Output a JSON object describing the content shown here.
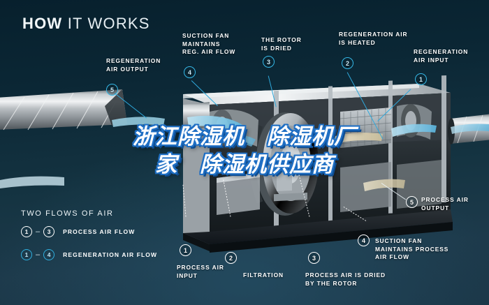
{
  "header": {
    "title_bold": "HOW",
    "title_light": "IT WORKS"
  },
  "watermark": {
    "line1": "浙江除湿机　除湿机厂",
    "line2": "家　除湿机供应商"
  },
  "callouts": [
    {
      "id": "regeneration-air-output",
      "badge": "5",
      "badge_style": "cyan",
      "label": "REGENERATION\nAIR OUTPUT"
    },
    {
      "id": "suction-fan-reg",
      "badge": "4",
      "badge_style": "cyan",
      "label": "SUCTION FAN\nMAINTAINS\nREG. AIR FLOW"
    },
    {
      "id": "rotor-is-dried",
      "badge": "3",
      "badge_style": "cyan",
      "label": "THE ROTOR\nIS DRIED"
    },
    {
      "id": "regeneration-air-heated",
      "badge": "2",
      "badge_style": "cyan",
      "label": "REGENERATION AIR\nIS HEATED"
    },
    {
      "id": "regeneration-air-input",
      "badge": "1",
      "badge_style": "cyan",
      "label": "REGENERATION\nAIR INPUT"
    },
    {
      "id": "process-air-input",
      "badge": "1",
      "badge_style": "white",
      "label": "PROCESS AIR\nINPUT"
    },
    {
      "id": "filtration",
      "badge": "2",
      "badge_style": "white",
      "label": "FILTRATION"
    },
    {
      "id": "process-air-dried",
      "badge": "3",
      "badge_style": "white",
      "label": "PROCESS AIR IS DRIED\nBY THE ROTOR"
    },
    {
      "id": "suction-fan-process",
      "badge": "4",
      "badge_style": "white",
      "label": "SUCTION FAN\nMAINTAINS PROCESS\nAIR FLOW"
    },
    {
      "id": "process-air-output",
      "badge": "5",
      "badge_style": "white",
      "label": "PROCESS AIR\nOUTPUT"
    }
  ],
  "legend": {
    "title": "TWO FLOWS OF AIR",
    "rows": [
      {
        "from": "1",
        "dash": "–",
        "to": "3",
        "label": "PROCESS AIR FLOW",
        "style": "white"
      },
      {
        "from": "1",
        "dash": "–",
        "to": "4",
        "label": "REGENERATION AIR FLOW",
        "style": "cyan"
      }
    ]
  },
  "colors": {
    "background_dark": "#07202d",
    "background_light": "#1d3a4b",
    "accent_cyan": "#36b9e8",
    "flow_arrow_blue": "#8ecfe8",
    "text_white": "#ffffff",
    "watermark_outline": "#1f6fc4"
  }
}
